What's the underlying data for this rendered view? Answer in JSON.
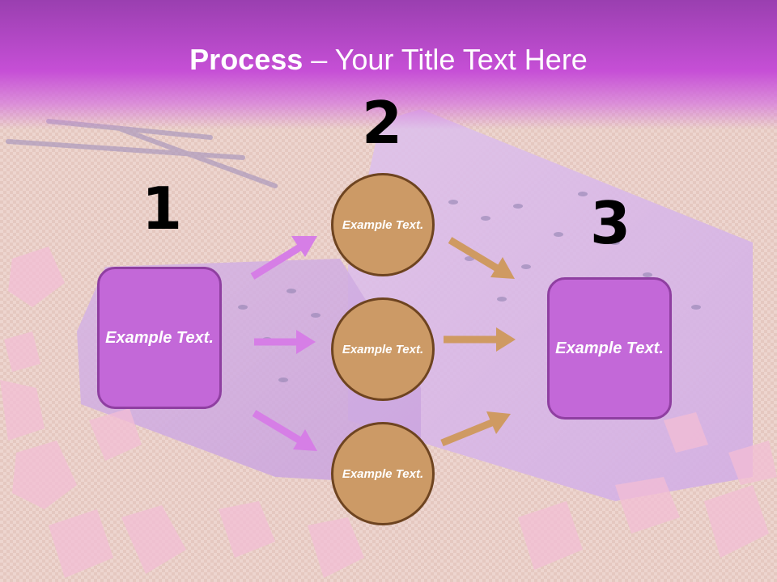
{
  "title": {
    "bold": "Process",
    "rest": " – Your Title Text Here"
  },
  "steps": {
    "one": {
      "number": "1",
      "text": "Example Text."
    },
    "two": {
      "number": "2"
    },
    "three": {
      "number": "3",
      "text": "Example Text."
    }
  },
  "circles": [
    {
      "text": "Example Text."
    },
    {
      "text": "Example Text."
    },
    {
      "text": "Example Text."
    }
  ],
  "colors": {
    "title_band": "#c64fd6",
    "box_fill": "#c368d8",
    "box_border": "#8f3fa1",
    "circle_fill": "#cc9a66",
    "circle_border": "#6e4420",
    "arrow_violet": "#d67ee6",
    "arrow_tan": "#cf9a62"
  }
}
